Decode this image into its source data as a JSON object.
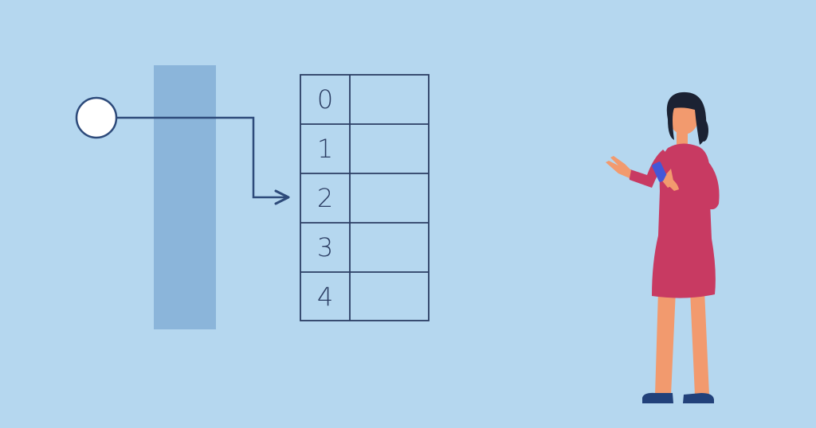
{
  "diagram": {
    "table": {
      "indices": [
        "0",
        "1",
        "2",
        "3",
        "4"
      ],
      "highlighted_index": "2"
    },
    "colors": {
      "background": "#b5d7ef",
      "column": "#8bb5da",
      "line": "#2d4a7a",
      "table_border": "#2b3d63",
      "node_fill": "#ffffff",
      "dress": "#c83a62",
      "skin": "#f29a6e",
      "hair": "#1b2233",
      "phone": "#4457d8",
      "shoes": "#22417a"
    },
    "figure": {
      "description_icon": "woman-holding-phone-icon"
    }
  }
}
